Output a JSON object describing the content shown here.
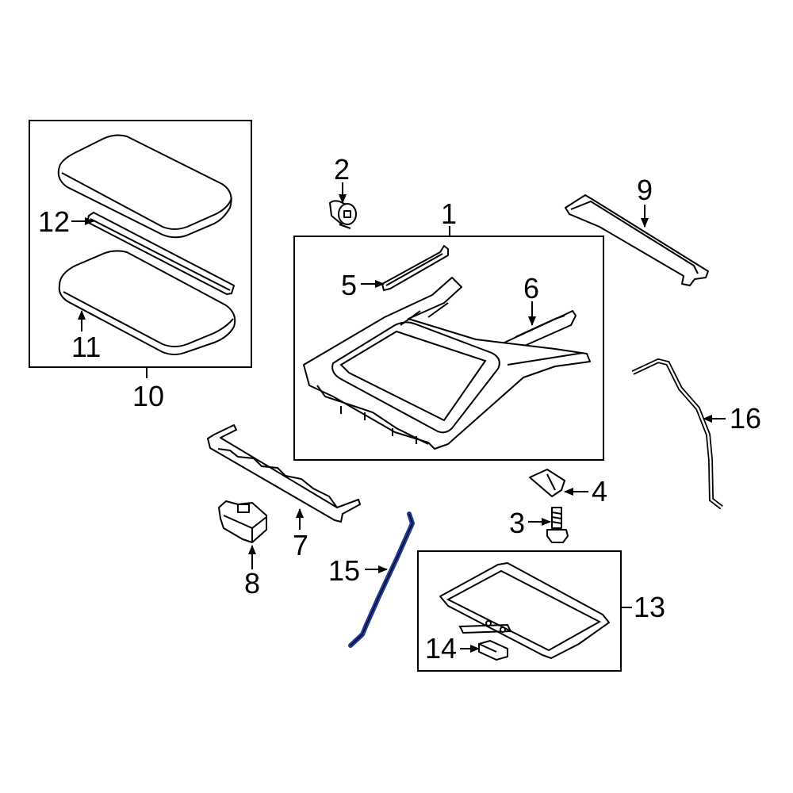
{
  "callouts": {
    "c1": "1",
    "c2": "2",
    "c3": "3",
    "c4": "4",
    "c5": "5",
    "c6": "6",
    "c7": "7",
    "c8": "8",
    "c9": "9",
    "c10": "10",
    "c11": "11",
    "c12": "12",
    "c13": "13",
    "c14": "14",
    "c15": "15",
    "c16": "16"
  },
  "colors": {
    "line": "#000000",
    "highlight": "#1f3a93",
    "background": "#ffffff"
  }
}
